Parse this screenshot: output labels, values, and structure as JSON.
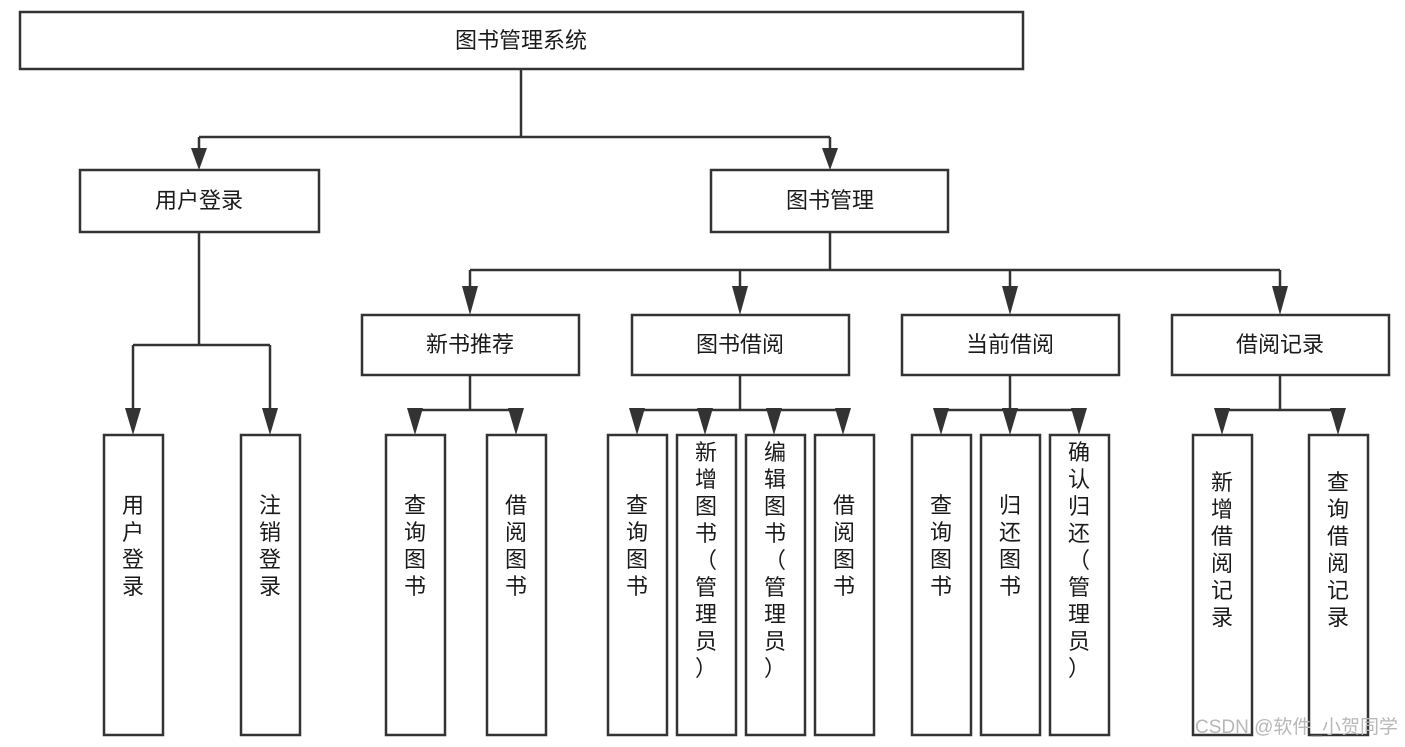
{
  "diagram": {
    "title": "图书管理系统",
    "type": "tree-hierarchy-diagram",
    "colors": {
      "stroke": "#333333",
      "fill": "#ffffff",
      "text": "#1a1a1a",
      "watermark": "#b8b8b8"
    },
    "root": {
      "label": "图书管理系统"
    },
    "level2": [
      {
        "label": "用户登录"
      },
      {
        "label": "图书管理"
      }
    ],
    "level3": [
      {
        "label": "新书推荐"
      },
      {
        "label": "图书借阅"
      },
      {
        "label": "当前借阅"
      },
      {
        "label": "借阅记录"
      }
    ],
    "leaves": {
      "user_login": [
        {
          "label": "用户登录"
        },
        {
          "label": "注销登录"
        }
      ],
      "new_book_recommend": [
        {
          "label": "查询图书"
        },
        {
          "label": "借阅图书"
        }
      ],
      "book_borrow": [
        {
          "label": "查询图书"
        },
        {
          "label": "新增图书（管理员）"
        },
        {
          "label": "编辑图书（管理员）"
        },
        {
          "label": "借阅图书"
        }
      ],
      "current_borrow": [
        {
          "label": "查询图书"
        },
        {
          "label": "归还图书"
        },
        {
          "label": "确认归还（管理员）"
        }
      ],
      "borrow_record": [
        {
          "label": "新增借阅记录"
        },
        {
          "label": "查询借阅记录"
        }
      ]
    },
    "watermark": "CSDN @软件_小贺同学"
  }
}
